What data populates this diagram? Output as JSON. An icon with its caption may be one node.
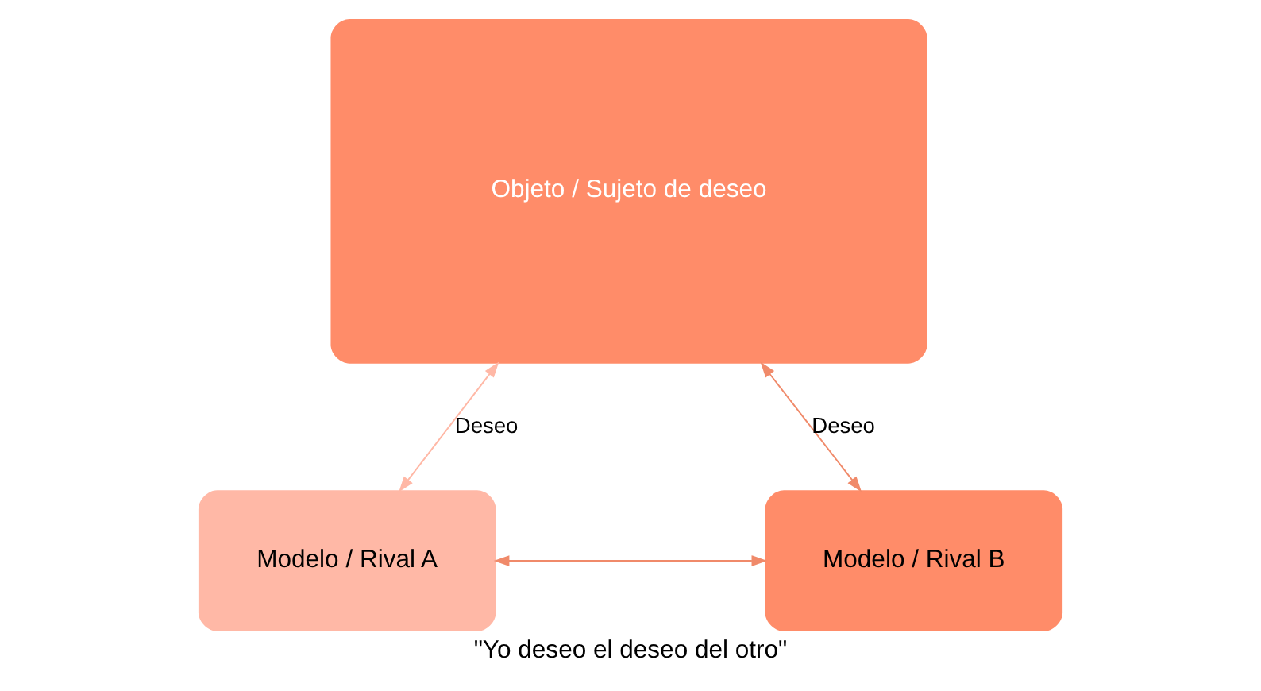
{
  "diagram": {
    "caption": "\"Yo deseo el deseo del otro\"",
    "nodes": [
      {
        "text": [
          "Objeto / Sujeto de deseo"
        ]
      },
      {
        "text": [
          "Modelo / Rival A"
        ]
      },
      {
        "text": [
          "Modelo / Rival B"
        ]
      }
    ],
    "edges": [
      {
        "from": 1,
        "to": 0,
        "arrow": "both",
        "label": "Deseo",
        "color": "#ffb8a6"
      },
      {
        "from": 0,
        "to": 2,
        "arrow": "both",
        "label": "Deseo"
      },
      {
        "from": 1,
        "to": 2,
        "arrow": "both"
      }
    ]
  }
}
